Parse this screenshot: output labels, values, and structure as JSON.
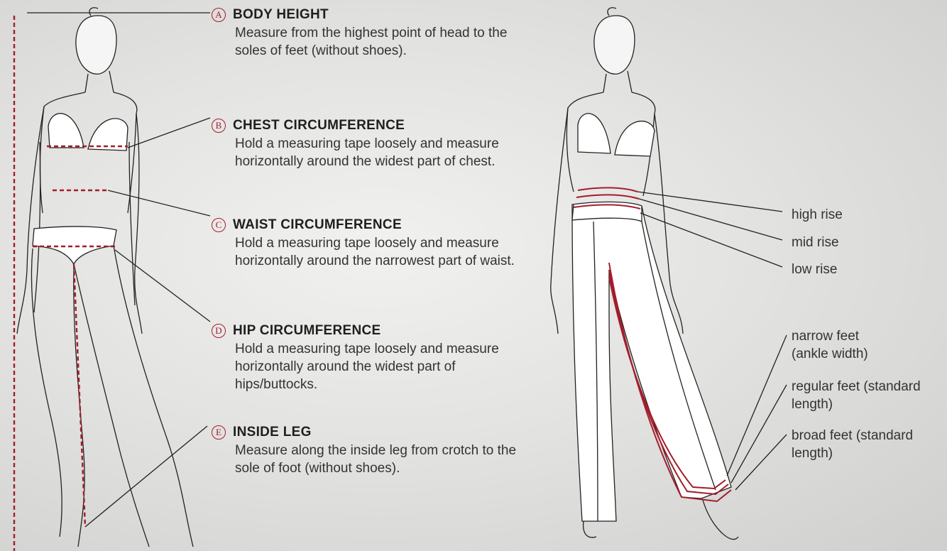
{
  "measurements": [
    {
      "letter": "A",
      "title": "BODY HEIGHT",
      "description": "Measure from the highest point of head to the soles of feet (without shoes)."
    },
    {
      "letter": "B",
      "title": "CHEST CIRCUMFERENCE",
      "description": "Hold a measuring tape loosely and measure horizontally around the widest part of chest."
    },
    {
      "letter": "C",
      "title": "WAIST CIRCUMFERENCE",
      "description": "Hold a measuring tape loosely and measure horizontally around the narrowest part of waist."
    },
    {
      "letter": "D",
      "title": "HIP CIRCUMFERENCE",
      "description": "Hold a measuring tape loosely and measure horizontally around the widest part of hips/buttocks."
    },
    {
      "letter": "E",
      "title": "INSIDE LEG",
      "description": "Measure along the inside leg from crotch to the sole of foot (without shoes)."
    }
  ],
  "rise_labels": {
    "high": "high rise",
    "mid": "mid rise",
    "low": "low rise"
  },
  "feet_labels": {
    "narrow": "narrow feet (ankle width)",
    "regular": "regular feet (standard length)",
    "broad": "broad feet (standard length)"
  },
  "colors": {
    "accent": "#a31d2b",
    "line": "#222222",
    "background": "#e3e3e1"
  }
}
